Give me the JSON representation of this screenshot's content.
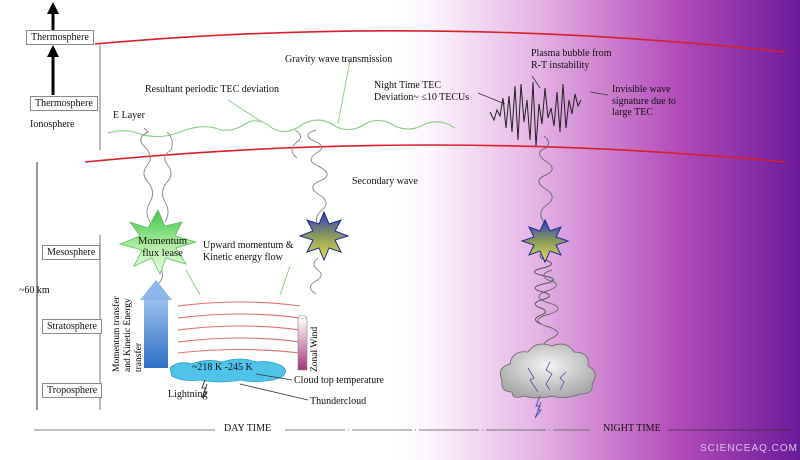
{
  "layers": {
    "thermosphere_top": "Thermosphere",
    "thermosphere": "Thermosphere",
    "ionosphere": "Ionosphere",
    "mesosphere": "Mesosphere",
    "stratosphere": "Stratosphere",
    "troposphere": "Troposphere",
    "altitude": "~60 km"
  },
  "labels": {
    "e_layer": "E Layer",
    "gravity_wave": "Gravity wave transmission",
    "resultant_tec": "Resultant periodic TEC deviation",
    "night_tec_line1": "Night Time TEC",
    "night_tec_line2": "Deviation~ ≤10 TECUs",
    "plasma_line1": "Plasma bubble from",
    "plasma_line2": "R-T instability",
    "invisible_line1": "Invisible wave",
    "invisible_line2": "signature due to",
    "invisible_line3": "large TEC",
    "secondary_wave": "Secondary wave",
    "momentum_line1": "Momentum",
    "momentum_line2": "flux lease",
    "upward_line1": "Upward momentum &",
    "upward_line2": "Kinetic energy flow",
    "transfer_line1": "Momentum transfer",
    "transfer_line2": "and Kinetic Energy",
    "transfer_line3": "transfer",
    "zonal_wind": "Zonal Wind",
    "cloud_temp_range": "~218 K -245 K",
    "cloud_top_temp": "Cloud top temperature",
    "thundercloud": "Thundercloud",
    "lightning": "Lightning",
    "day_time": "DAY TIME",
    "night_time": "NIGHT TIME",
    "watermark": "SCIENCEAQ.COM"
  },
  "colors": {
    "boundary_line": "#d6202a",
    "wave_green": "#8fcf8a",
    "night_purple": "#6a1b9a",
    "arrow_blue": "#4a86d0",
    "cloud_cyan": "#4fc3e8",
    "burst_green": "#7ee07a",
    "burst_blue": "#2d3bbf"
  }
}
